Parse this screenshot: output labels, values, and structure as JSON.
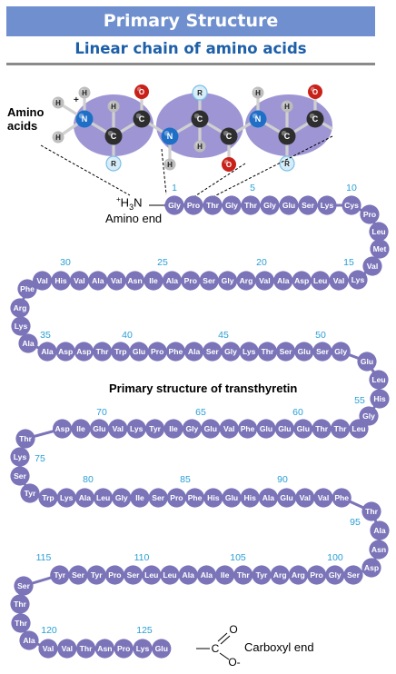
{
  "header": {
    "title": "Primary Structure",
    "subtitle": "Linear chain of amino acids"
  },
  "molecule": {
    "label_line1": "Amino",
    "label_line2": "acids",
    "atoms": {
      "hydrogen": "H",
      "nitrogen": "N",
      "carbon": "C",
      "oxygen": "O",
      "r_group": "R",
      "charge": "+"
    }
  },
  "chain": {
    "amino_end_formula": "+H3N",
    "amino_end_label": "Amino end",
    "carboxyl_end_label": "Carboxyl end",
    "carboxyl_atoms": {
      "carbon": "C",
      "oxygen": "O",
      "oxygen_minus": "O-"
    },
    "caption": "Primary structure of transthyretin",
    "residues": [
      "Gly",
      "Pro",
      "Thr",
      "Gly",
      "Thr",
      "Gly",
      "Glu",
      "Ser",
      "Lys",
      "Cys",
      "Pro",
      "Leu",
      "Met",
      "Val",
      "Lys",
      "Val",
      "Leu",
      "Asp",
      "Ala",
      "Val",
      "Arg",
      "Gly",
      "Ser",
      "Pro",
      "Ala",
      "Ile",
      "Asn",
      "Val",
      "Ala",
      "Val",
      "His",
      "Val",
      "Phe",
      "Arg",
      "Lys",
      "Ala",
      "Ala",
      "Asp",
      "Asp",
      "Thr",
      "Trp",
      "Glu",
      "Pro",
      "Phe",
      "Ala",
      "Ser",
      "Gly",
      "Lys",
      "Thr",
      "Ser",
      "Glu",
      "Ser",
      "Gly",
      "Glu",
      "Leu",
      "His",
      "Gly",
      "Leu",
      "Thr",
      "Thr",
      "Glu",
      "Glu",
      "Glu",
      "Phe",
      "Val",
      "Glu",
      "Gly",
      "Ile",
      "Tyr",
      "Lys",
      "Val",
      "Glu",
      "Ile",
      "Asp",
      "Thr",
      "Lys",
      "Ser",
      "Tyr",
      "Trp",
      "Lys",
      "Ala",
      "Leu",
      "Gly",
      "Ile",
      "Ser",
      "Pro",
      "Phe",
      "His",
      "Glu",
      "His",
      "Ala",
      "Glu",
      "Val",
      "Val",
      "Phe",
      "Thr",
      "Ala",
      "Asn",
      "Asp",
      "Ser",
      "Gly",
      "Pro",
      "Arg",
      "Arg",
      "Tyr",
      "Thr",
      "Ile",
      "Ala",
      "Ala",
      "Leu",
      "Leu",
      "Ser",
      "Pro",
      "Tyr",
      "Ser",
      "Tyr",
      "Ser",
      "Thr",
      "Thr",
      "Ala",
      "Val",
      "Val",
      "Thr",
      "Asn",
      "Pro",
      "Lys",
      "Glu"
    ],
    "position_markers": [
      "1",
      "5",
      "10",
      "15",
      "20",
      "25",
      "30",
      "35",
      "40",
      "45",
      "50",
      "55",
      "60",
      "65",
      "70",
      "75",
      "80",
      "85",
      "90",
      "95",
      "100",
      "105",
      "110",
      "115",
      "120",
      "125"
    ]
  },
  "colors": {
    "banner": "#6f8fcf",
    "subtitle": "#1d5fa8",
    "residue_bead": "#7b74b8",
    "residue_text": "#ffffff",
    "number_text": "#2a9fd6",
    "lobe": "#9e96d4",
    "nitrogen": "#1f6fc7",
    "oxygen": "#c8211a",
    "carbon": "#2e2e2e",
    "hydrogen": "#bdbdbd",
    "r_group": "#d6ecf8",
    "rule": "#8a8a8a"
  }
}
